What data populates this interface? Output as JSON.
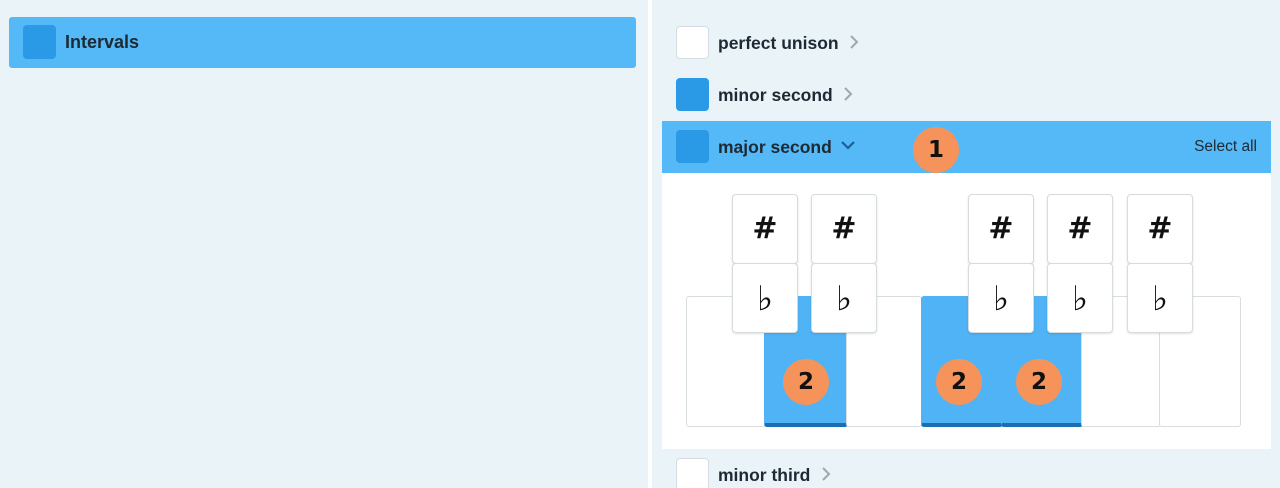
{
  "category": {
    "label": "Intervals",
    "selected": true
  },
  "intervals": [
    {
      "name": "perfect unison",
      "checked": false,
      "expanded": false,
      "chevron": "chevron-right-icon"
    },
    {
      "name": "minor second",
      "checked": true,
      "expanded": false,
      "chevron": "chevron-right-icon"
    },
    {
      "name": "major second",
      "checked": true,
      "expanded": true,
      "chevron": "chevron-down-icon"
    },
    {
      "name": "minor third",
      "checked": false,
      "expanded": false,
      "chevron": "chevron-right-icon"
    }
  ],
  "select_all_label": "Select all",
  "badges": {
    "header": "1",
    "keys": "2"
  },
  "accidentals": {
    "sharp": "#",
    "flat": "♭"
  },
  "colors": {
    "accent": "#55b8f7",
    "checkbox_on": "#2a9ae6",
    "badge": "#f5935b",
    "background": "#eaf3f7"
  }
}
